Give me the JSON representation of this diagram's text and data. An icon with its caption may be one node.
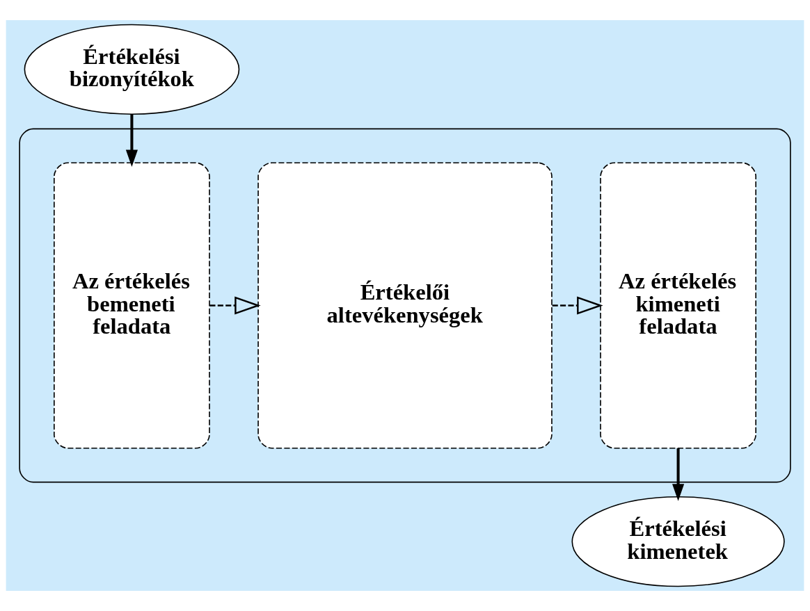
{
  "diagram": {
    "nodes": [
      {
        "text": [
          "Értékelési bizonyítékok"
        ]
      },
      {
        "text": [],
        "shape": "box"
      },
      {
        "text": [
          "Az értékelés bemeneti feladata"
        ],
        "in": 1
      },
      {
        "text": [
          "Értékelői altevékenységek"
        ],
        "in": 1
      },
      {
        "text": [
          "Az értékelés kimeneti feladata"
        ],
        "in": 1
      },
      {
        "text": [
          "Értékelési kimenetek"
        ]
      }
    ],
    "edges": [
      {
        "from": 0,
        "to": 2,
        "arrow": "to"
      },
      {
        "from": 2,
        "to": 3,
        "arrow": "to",
        "style": "dashed"
      },
      {
        "from": 3,
        "to": 4,
        "arrow": "to",
        "style": "dashed"
      },
      {
        "from": 4,
        "to": 5,
        "arrow": "to"
      }
    ]
  }
}
